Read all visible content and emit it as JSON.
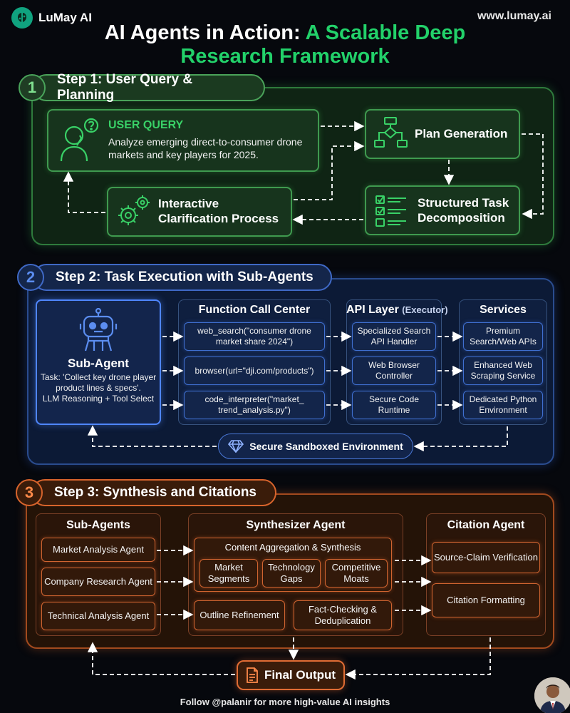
{
  "header": {
    "brand_name": "LuMay AI",
    "site_url": "www.lumay.ai",
    "title_line1_white": "AI Agents in Action: ",
    "title_line1_green": "A Scalable Deep",
    "title_line2_green": "Research Framework"
  },
  "step1": {
    "number": "1",
    "title": "Step 1: User Query & Planning",
    "user_query_title": "USER QUERY",
    "user_query_text": "Analyze emerging direct-to-consumer drone markets and key players for 2025.",
    "plan_generation": "Plan Generation",
    "interactive_line1": "Interactive",
    "interactive_line2": "Clarification Process",
    "structured_line1": "Structured Task",
    "structured_line2": "Decomposition"
  },
  "step2": {
    "number": "2",
    "title": "Step 2: Task Execution with Sub-Agents",
    "subagent_title": "Sub-Agent",
    "subagent_task": "Task: 'Collect key drone player product lines & specs'.",
    "subagent_reasoning": "LLM Reasoning + Tool Select",
    "function_call_center": "Function Call Center",
    "function_calls": [
      "web_search(\"consumer drone market share 2024\")",
      "browser(url=\"dji.com/products\")",
      "code_interpreter(\"market_ trend_analysis.py\")"
    ],
    "api_layer": "API Layer",
    "api_layer_suffix": "(Executor)",
    "api_items": [
      "Specialized Search API Handler",
      "Web Browser Controller",
      "Secure Code Runtime"
    ],
    "services": "Services",
    "service_items": [
      "Premium Search/Web APIs",
      "Enhanced Web Scraping Service",
      "Dedicated Python Environment"
    ],
    "sandbox": "Secure Sandboxed Environment"
  },
  "step3": {
    "number": "3",
    "title": "Step 3: Synthesis and Citations",
    "subagents_title": "Sub-Agents",
    "subagents": [
      "Market Analysis Agent",
      "Company Research Agent",
      "Technical Analysis Agent"
    ],
    "synthesizer_title": "Synthesizer Agent",
    "aggregation": "Content Aggregation & Synthesis",
    "aggregation_items": [
      "Market Segments",
      "Technology Gaps",
      "Competitive Moats"
    ],
    "outline": "Outline Refinement",
    "fact_check": "Fact-Checking & Deduplication",
    "citation_title": "Citation Agent",
    "citation_items": [
      "Source-Claim Verification",
      "Citation Formatting"
    ],
    "final_output": "Final Output"
  },
  "footer": {
    "text": "Follow @palanir for more high-value AI insights"
  },
  "colors": {
    "step1_accent": "#22d16a",
    "step2_accent": "#3f6fd0",
    "step3_accent": "#e06c34",
    "background": "#06080d"
  }
}
